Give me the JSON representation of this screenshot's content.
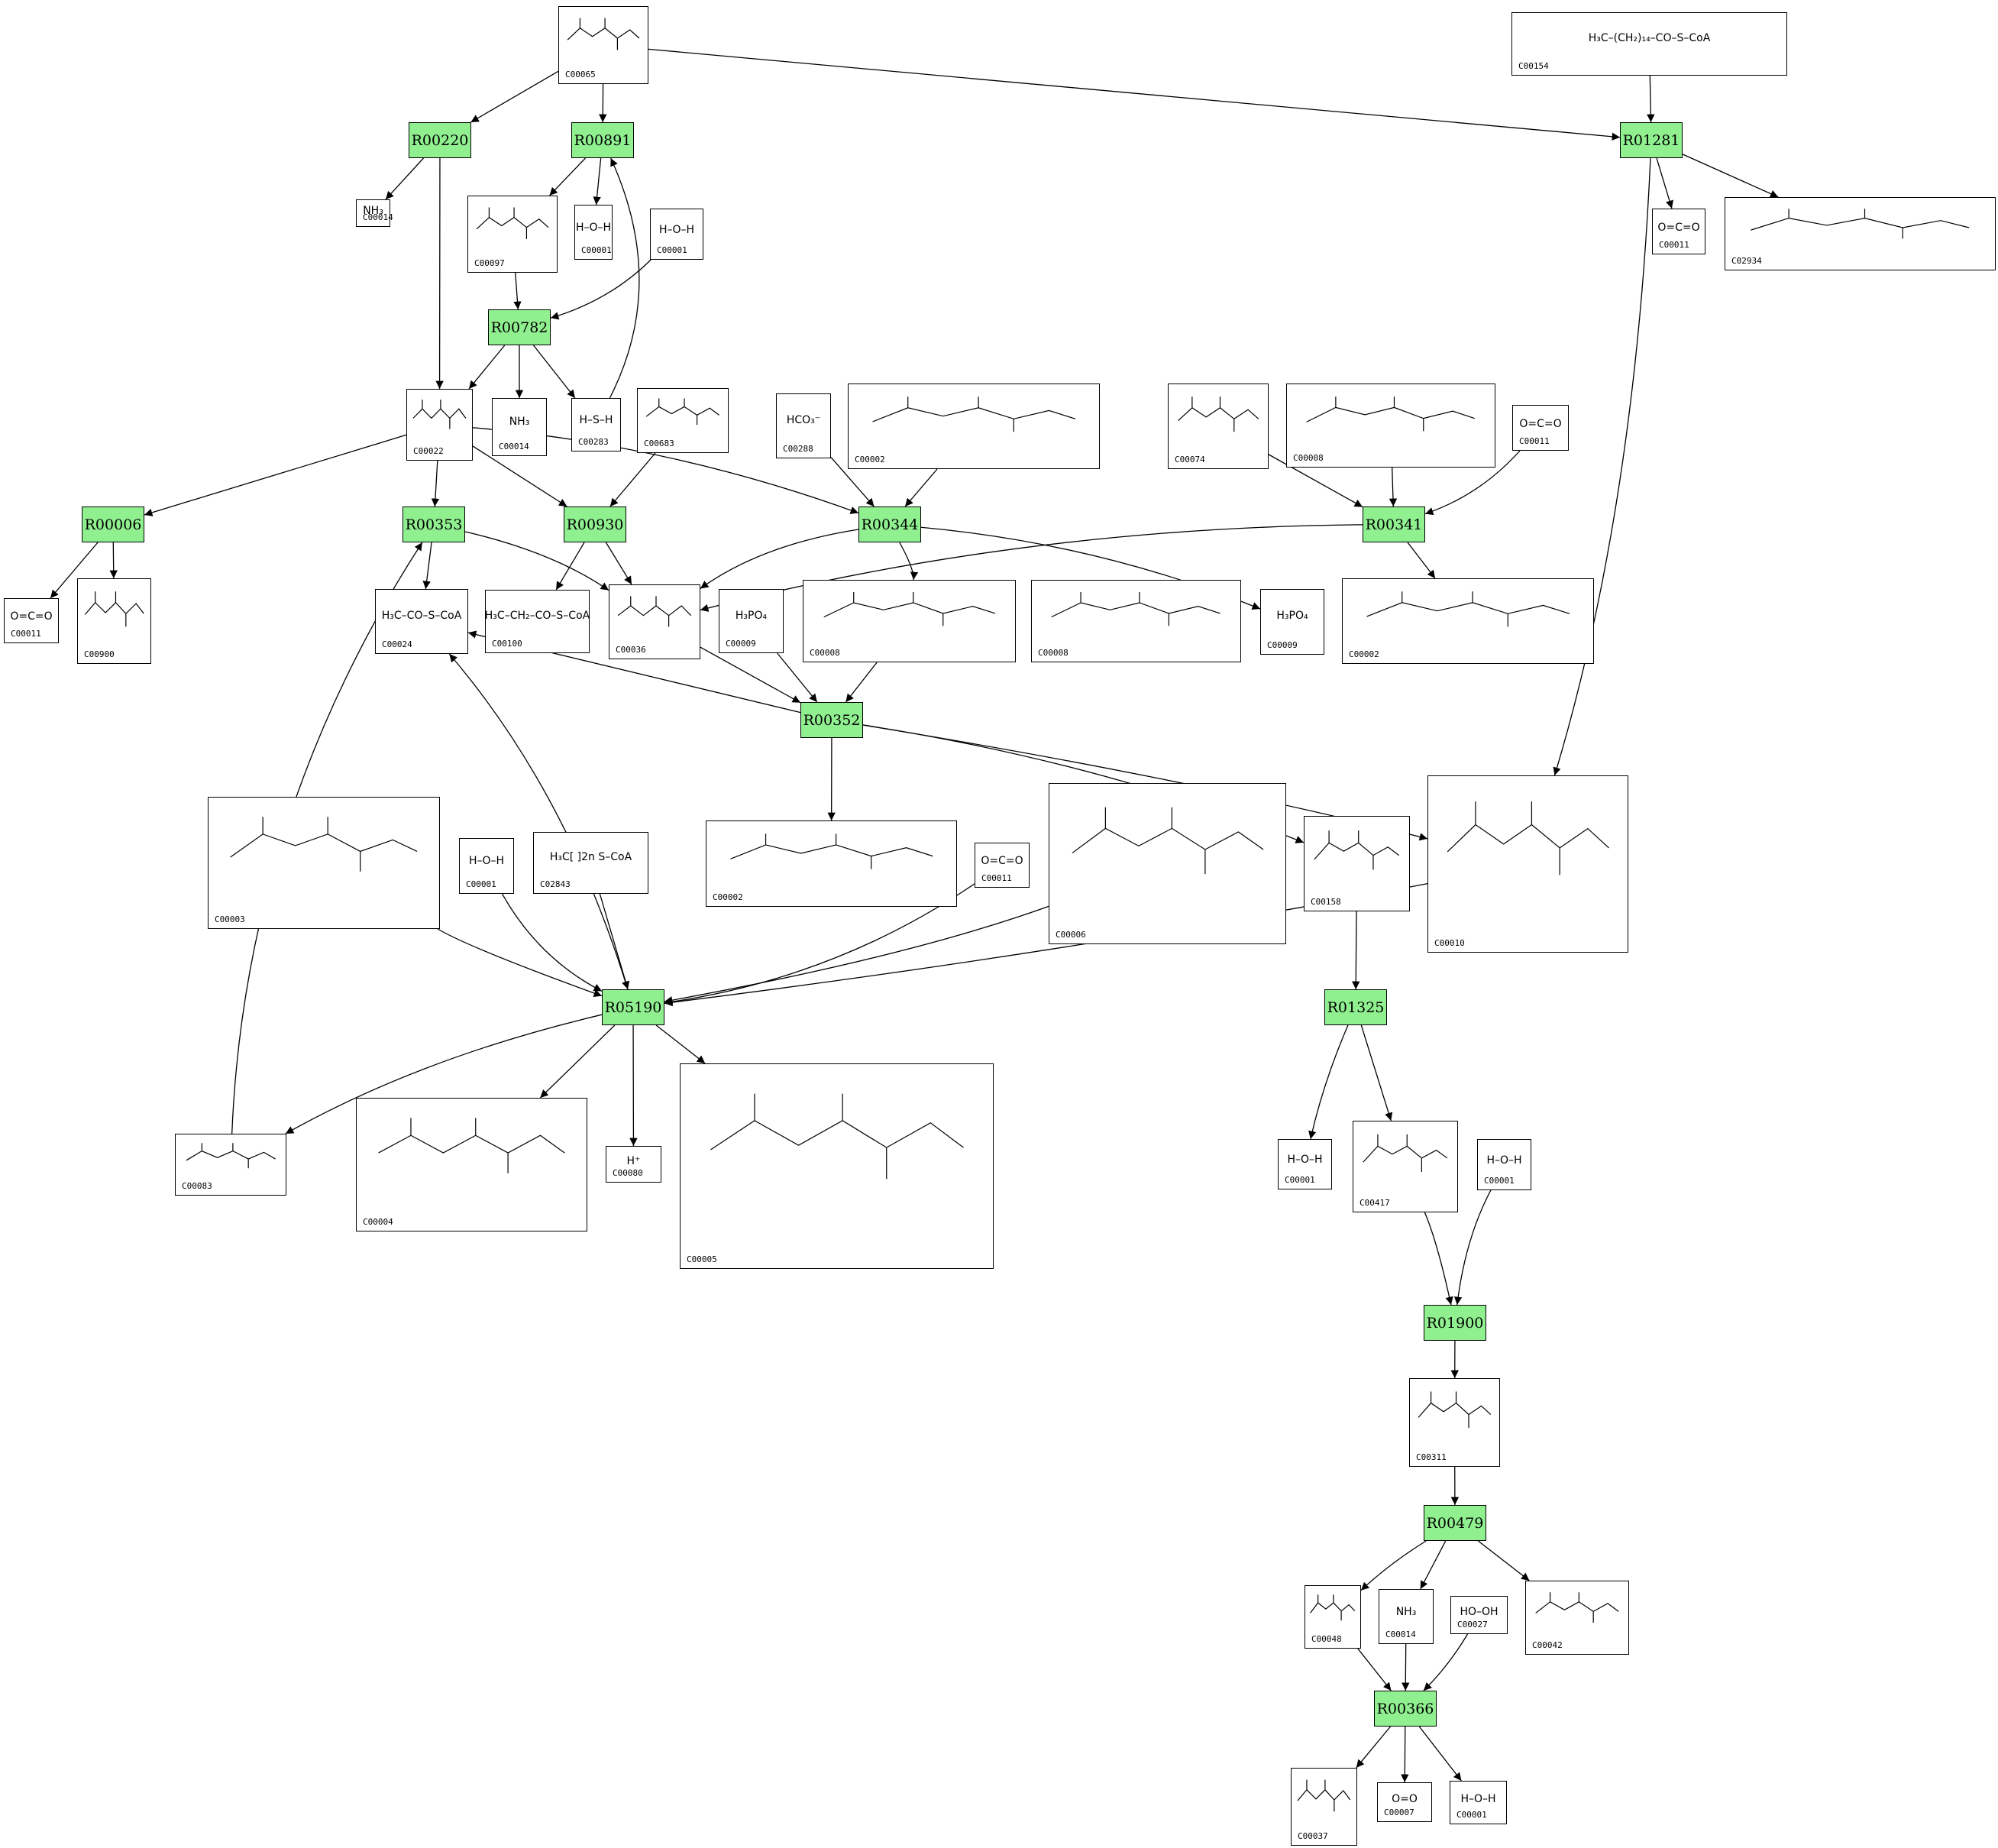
{
  "colors": {
    "reaction_fill": "#90F090",
    "compound_fill": "#FFFFFF",
    "edge": "#000000"
  },
  "reactions": [
    {
      "id": "R00220"
    },
    {
      "id": "R00891"
    },
    {
      "id": "R01281"
    },
    {
      "id": "R00782"
    },
    {
      "id": "R00006"
    },
    {
      "id": "R00353"
    },
    {
      "id": "R00930"
    },
    {
      "id": "R00344"
    },
    {
      "id": "R00341"
    },
    {
      "id": "R00352"
    },
    {
      "id": "R05190"
    },
    {
      "id": "R01325"
    },
    {
      "id": "R01900"
    },
    {
      "id": "R00479"
    },
    {
      "id": "R00366"
    }
  ],
  "compounds": [
    {
      "key": "c00065",
      "id": "C00065",
      "text": ""
    },
    {
      "key": "c00154",
      "id": "C00154",
      "text": "H₃C–(CH₂)₁₄–CO–S–CoA"
    },
    {
      "key": "c00014a",
      "id": "C00014",
      "text": "NH₃"
    },
    {
      "key": "c00097",
      "id": "C00097",
      "text": ""
    },
    {
      "key": "c00001a",
      "id": "C00001",
      "text": "H–O–H"
    },
    {
      "key": "c00001b",
      "id": "C00001",
      "text": "H–O–H"
    },
    {
      "key": "c00011a",
      "id": "C00011",
      "text": "O=C=O"
    },
    {
      "key": "c02934",
      "id": "C02934",
      "text": ""
    },
    {
      "key": "c00022",
      "id": "C00022",
      "text": ""
    },
    {
      "key": "c00014b",
      "id": "C00014",
      "text": "NH₃"
    },
    {
      "key": "c00283",
      "id": "C00283",
      "text": "H–S–H"
    },
    {
      "key": "c00683",
      "id": "C00683",
      "text": ""
    },
    {
      "key": "c00288",
      "id": "C00288",
      "text": "HCO₃⁻"
    },
    {
      "key": "c00002a",
      "id": "C00002",
      "text": ""
    },
    {
      "key": "c00074",
      "id": "C00074",
      "text": ""
    },
    {
      "key": "c00008a",
      "id": "C00008",
      "text": ""
    },
    {
      "key": "c00011b",
      "id": "C00011",
      "text": "O=C=O"
    },
    {
      "key": "c00011c",
      "id": "C00011",
      "text": "O=C=O"
    },
    {
      "key": "c00900",
      "id": "C00900",
      "text": ""
    },
    {
      "key": "c00024",
      "id": "C00024",
      "text": "H₃C–CO–S–CoA"
    },
    {
      "key": "c00100",
      "id": "C00100",
      "text": "H₃C–CH₂–CO–S–CoA"
    },
    {
      "key": "c00036",
      "id": "C00036",
      "text": ""
    },
    {
      "key": "c00009a",
      "id": "C00009",
      "text": "H₃PO₄"
    },
    {
      "key": "c00008b",
      "id": "C00008",
      "text": ""
    },
    {
      "key": "c00008c",
      "id": "C00008",
      "text": ""
    },
    {
      "key": "c00009b",
      "id": "C00009",
      "text": "H₃PO₄"
    },
    {
      "key": "c00002b",
      "id": "C00002",
      "text": ""
    },
    {
      "key": "c00003a",
      "id": "C00003",
      "text": ""
    },
    {
      "key": "c00001c",
      "id": "C00001",
      "text": "H–O–H"
    },
    {
      "key": "c02843",
      "id": "C02843",
      "text": "H₃C[ ]2n S–CoA"
    },
    {
      "key": "c00002c",
      "id": "C00002",
      "text": ""
    },
    {
      "key": "c00011d",
      "id": "C00011",
      "text": "O=C=O"
    },
    {
      "key": "c00006",
      "id": "C00006",
      "text": ""
    },
    {
      "key": "c00158",
      "id": "C00158",
      "text": ""
    },
    {
      "key": "c00010",
      "id": "C00010",
      "text": ""
    },
    {
      "key": "c00083",
      "id": "C00083",
      "text": ""
    },
    {
      "key": "c00004",
      "id": "C00004",
      "text": ""
    },
    {
      "key": "c00080",
      "id": "C00080",
      "text": "H⁺"
    },
    {
      "key": "c00005",
      "id": "C00005",
      "text": ""
    },
    {
      "key": "c00001d",
      "id": "C00001",
      "text": "H–O–H"
    },
    {
      "key": "c00417",
      "id": "C00417",
      "text": ""
    },
    {
      "key": "c00001e",
      "id": "C00001",
      "text": "H–O–H"
    },
    {
      "key": "c00311",
      "id": "C00311",
      "text": ""
    },
    {
      "key": "c00048",
      "id": "C00048",
      "text": ""
    },
    {
      "key": "c00014c",
      "id": "C00014",
      "text": "NH₃"
    },
    {
      "key": "c00027",
      "id": "C00027",
      "text": "HO–OH"
    },
    {
      "key": "c00042",
      "id": "C00042",
      "text": ""
    },
    {
      "key": "c00037",
      "id": "C00037",
      "text": ""
    },
    {
      "key": "c00007",
      "id": "C00007",
      "text": "O=O"
    },
    {
      "key": "c00001f",
      "id": "C00001",
      "text": "H–O–H"
    }
  ]
}
